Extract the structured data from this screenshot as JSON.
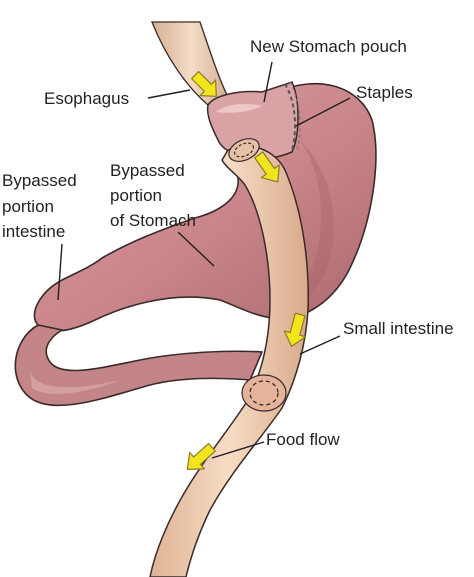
{
  "labels": {
    "esophagus": "Esophagus",
    "new_pouch": "New Stomach pouch",
    "staples": "Staples",
    "bypassed_intestine": [
      "Bypassed",
      "portion",
      "intestine"
    ],
    "bypassed_stomach": [
      "Bypassed",
      "portion",
      "of Stomach"
    ],
    "small_intestine": "Small intestine",
    "food_flow": "Food flow"
  },
  "colors": {
    "stomach": "#c9868a",
    "stomach_shadow": "#a9676c",
    "esophagus": "#e8c6ad",
    "intestine": "#f0cdb0",
    "outline": "#3a2a2a",
    "arrow": "#f2e51d"
  }
}
